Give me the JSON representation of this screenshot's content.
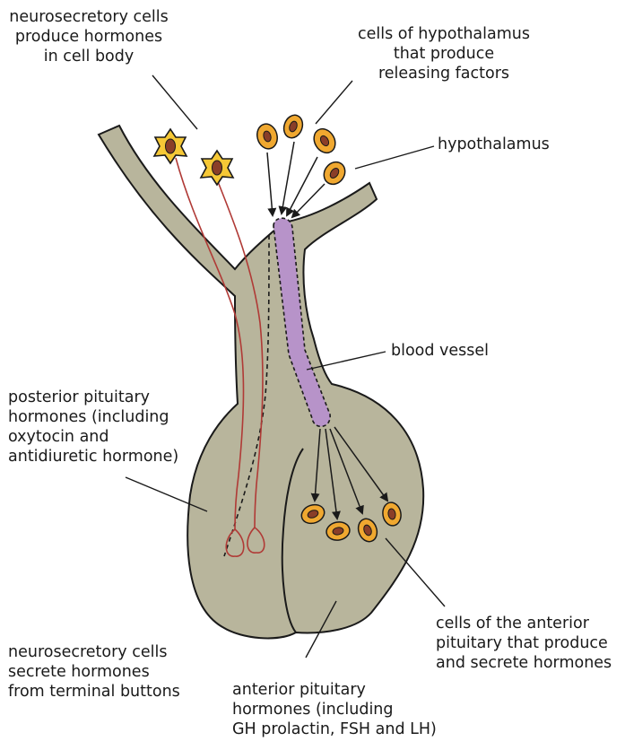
{
  "labels": {
    "neurosecretory_produce": [
      "neurosecretory cells",
      "produce hormones",
      "in cell body"
    ],
    "hypothalamus_cells": [
      "cells of hypothalamus",
      "that produce",
      "releasing factors"
    ],
    "hypothalamus": [
      "hypothalamus"
    ],
    "blood_vessel": [
      "blood vessel"
    ],
    "posterior_hormones": [
      "posterior pituitary",
      "hormones (including",
      "oxytocin and",
      "antidiuretic hormone)"
    ],
    "anterior_cells": [
      "cells of the anterior",
      "pituitary that produce",
      "and secrete hormones"
    ],
    "neurosecretory_secrete": [
      "neurosecretory cells",
      "secrete hormones",
      "from terminal buttons"
    ],
    "anterior_hormones": [
      "anterior pituitary",
      "hormones (including",
      "GH prolactin, FSH and LH)"
    ]
  },
  "colors": {
    "tissue_fill": "#b8b59c",
    "outline": "#1a1a1a",
    "vessel_fill": "#b793c9",
    "cell_fill": "#f0a830",
    "cell_nucleus": "#8a3e28",
    "neuron_fill": "#f6c836",
    "axon": "#b03a36",
    "text": "#1a1a1a"
  }
}
